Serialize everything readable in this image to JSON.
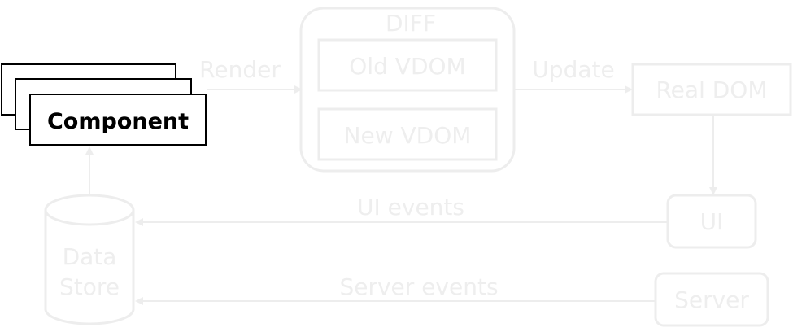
{
  "diagram": {
    "component_label": "Component",
    "render_label": "Render",
    "diff_label": "DIFF",
    "old_vdom_label": "Old VDOM",
    "new_vdom_label": "New VDOM",
    "update_label": "Update",
    "real_dom_label": "Real DOM",
    "ui_label": "UI",
    "ui_events_label": "UI events",
    "data_store_line1": "Data",
    "data_store_line2": "Store",
    "server_label": "Server",
    "server_events_label": "Server events"
  },
  "colors": {
    "highlight": "#000000",
    "faded": "#ededed",
    "background": "#ffffff"
  }
}
